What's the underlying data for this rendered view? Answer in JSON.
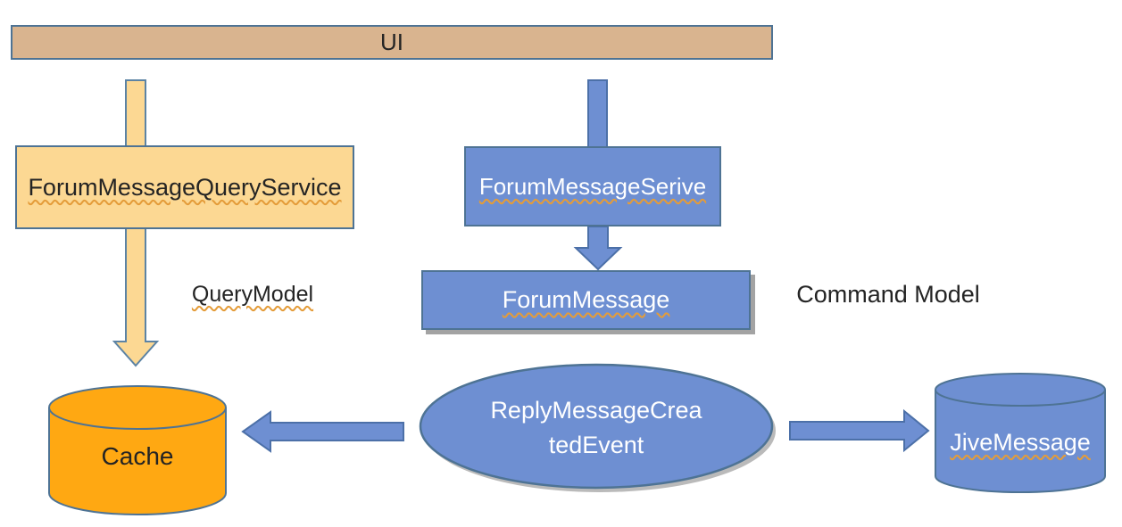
{
  "ui": {
    "label": "UI"
  },
  "query": {
    "service_label": "ForumMessageQueryService",
    "model_label": "QueryModel",
    "cache_label": "Cache"
  },
  "command": {
    "service_label": "ForumMessageSerive",
    "aggregate_label": "ForumMessage",
    "model_label": "Command Model"
  },
  "event": {
    "line1": "ReplyMessageCrea",
    "line2": "tedEvent"
  },
  "jive": {
    "label": "JiveMessage"
  },
  "connections": [
    {
      "from": "UI",
      "to": "ForumMessageQueryService"
    },
    {
      "from": "ForumMessageQueryService",
      "to": "Cache"
    },
    {
      "from": "UI",
      "to": "ForumMessageSerive"
    },
    {
      "from": "ForumMessageSerive",
      "to": "ForumMessage"
    },
    {
      "from": "ReplyMessageCreatedEvent",
      "to": "Cache"
    },
    {
      "from": "ReplyMessageCreatedEvent",
      "to": "JiveMessage"
    }
  ],
  "colors": {
    "tan_fill": "#D9B48F",
    "yellow_fill": "#FCD893",
    "blue_fill": "#6E8FD2",
    "orange_fill": "#FFA812",
    "slate_border": "#4E7394",
    "blue_border": "#4C70A8",
    "yellow_border": "#5C83A4",
    "squiggle": "#E49C39",
    "text_dark": "#242424",
    "text_light": "#FFFFFF",
    "shadow": "#A3A3A3"
  }
}
